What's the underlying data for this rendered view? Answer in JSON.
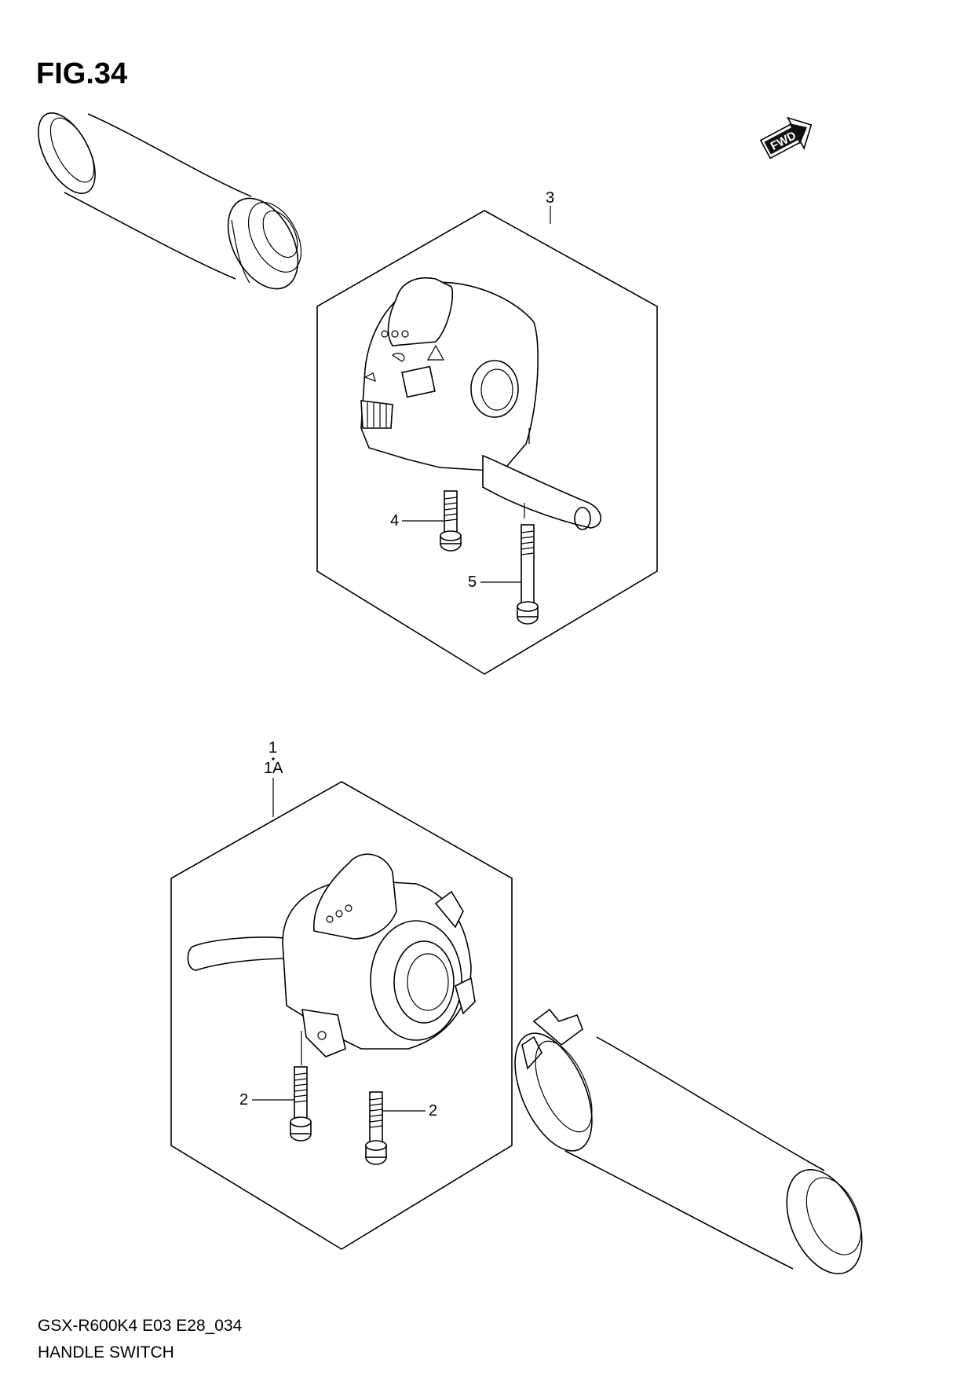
{
  "figure": {
    "title": "FIG.34",
    "fwd_label": "FWD"
  },
  "callouts": {
    "item3": "3",
    "item4": "4",
    "item5": "5",
    "item1": "1",
    "item1a": "1A",
    "item2_left": "2",
    "item2_right": "2"
  },
  "caption": {
    "model": "GSX-R600K4 E03 E28_034",
    "name": "HANDLE SWITCH"
  },
  "icons": {
    "fwd": "fwd-arrow-icon",
    "grip": "handle-grip-illustration",
    "switch": "handle-switch-illustration",
    "screw": "screw-illustration"
  }
}
